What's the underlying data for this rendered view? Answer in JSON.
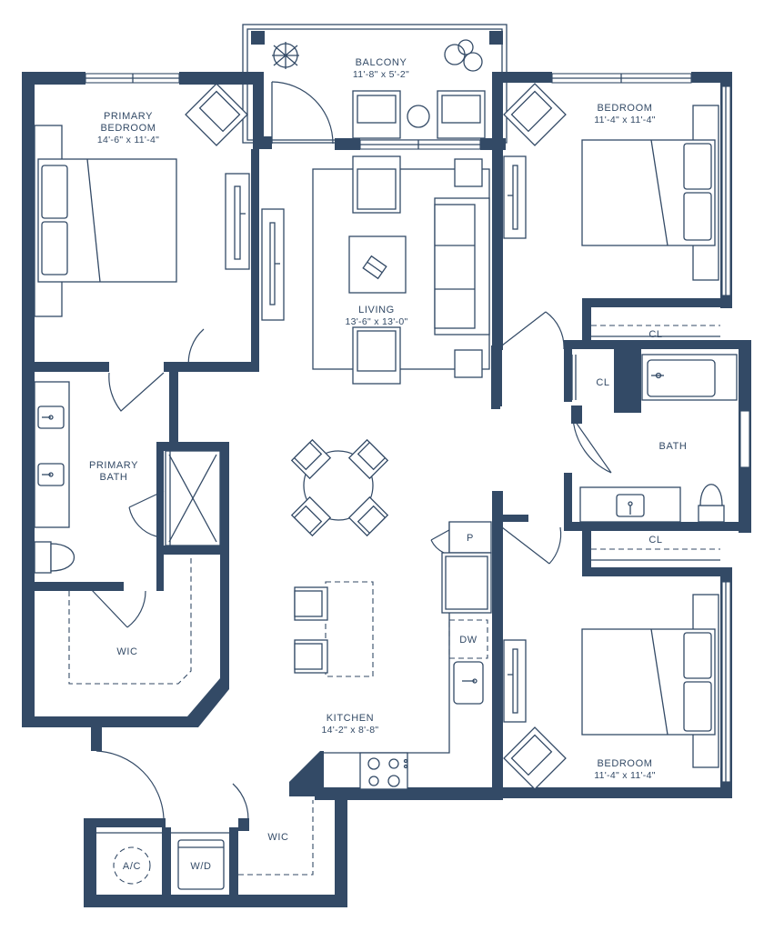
{
  "rooms": {
    "balcony": {
      "name": "BALCONY",
      "size": "11'-8\" x 5'-2\""
    },
    "primary_bedroom": {
      "name_line1": "PRIMARY",
      "name_line2": "BEDROOM",
      "size": "14'-6\" x 11'-4\""
    },
    "living": {
      "name": "LIVING",
      "size": "13'-6\" x 13'-0\""
    },
    "bedroom_top": {
      "name": "BEDROOM",
      "size": "11'-4\" x 11'-4\""
    },
    "bedroom_bottom": {
      "name": "BEDROOM",
      "size": "11'-4\" x 11'-4\""
    },
    "primary_bath": {
      "name_line1": "PRIMARY",
      "name_line2": "BATH"
    },
    "bath": {
      "name": "BATH"
    },
    "closet_top": {
      "name": "CL"
    },
    "closet_hall": {
      "name": "CL"
    },
    "closet_bottom": {
      "name": "CL"
    },
    "wic_primary": {
      "name": "WIC"
    },
    "wic_entry": {
      "name": "WIC"
    },
    "kitchen": {
      "name": "KITCHEN",
      "size": "14'-2\" x 8'-8\""
    }
  },
  "fixtures": {
    "pantry": "P",
    "dishwasher": "DW",
    "ac": "A/C",
    "washer_dryer": "W/D"
  },
  "colors": {
    "wall": "#334a66",
    "background": "#ffffff"
  }
}
